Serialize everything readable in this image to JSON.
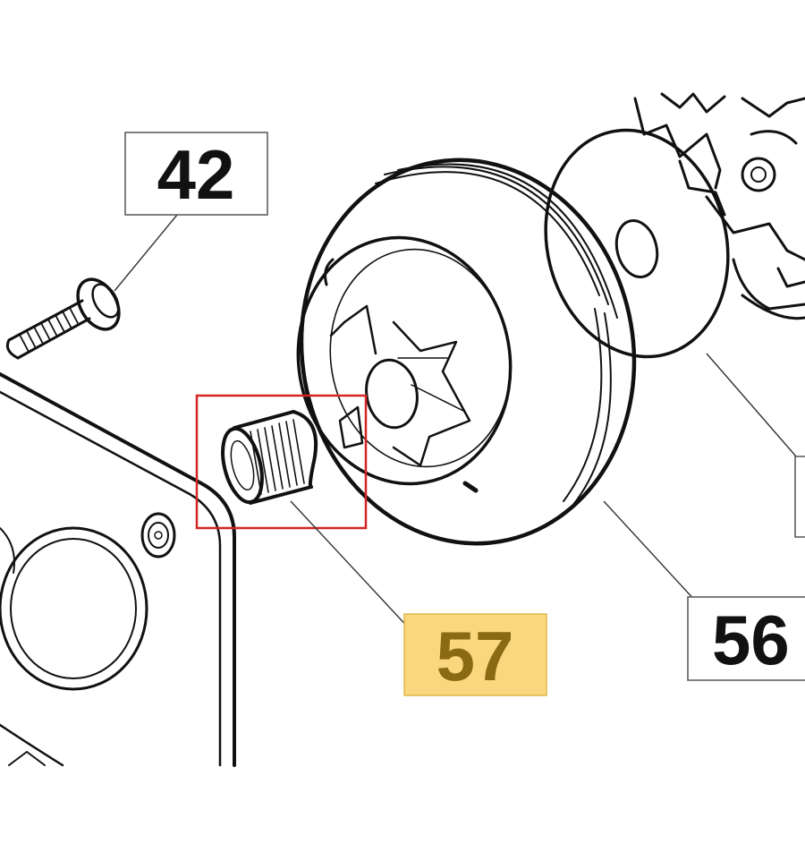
{
  "callouts": {
    "c42": {
      "label": "42"
    },
    "c57": {
      "label": "57",
      "highlight_fill": "#f9d77e",
      "text_color": "#8a6a12"
    },
    "c56": {
      "label": "56"
    }
  },
  "colors": {
    "line": "#111111",
    "leader": "#333333",
    "selection": "#d42424"
  }
}
